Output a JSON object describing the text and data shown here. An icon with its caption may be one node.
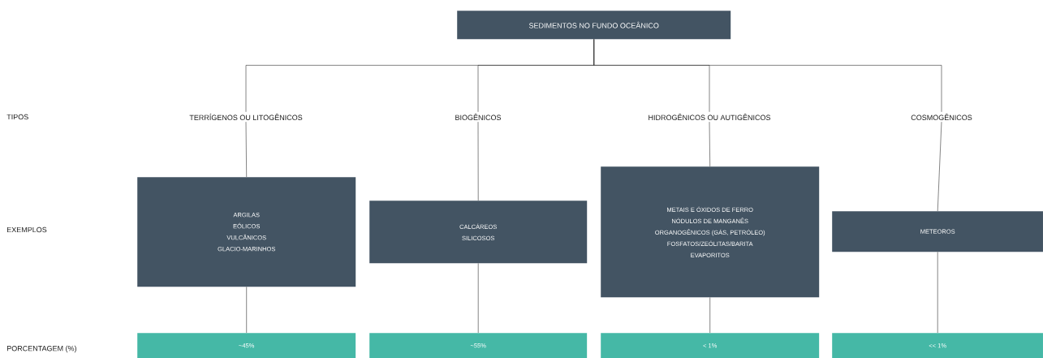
{
  "diagram": {
    "nodes": [
      {
        "text": [
          "SEDIMENTOS NO FUNDO OCEÂNICO"
        ]
      },
      {
        "text": [
          "TERRÍGENOS OU LITOGÊNICOS"
        ]
      },
      {
        "text": [
          "BIOGÊNICOS"
        ]
      },
      {
        "text": [
          "HIDROGÊNICOS OU AUTIGÊNICOS"
        ]
      },
      {
        "text": [
          "COSMOGÊNICOS"
        ]
      },
      {
        "text": [
          "ARGILAS",
          "EÓLICOS",
          "VULCÂNICOS",
          "GLACIO-MARINHOS"
        ]
      },
      {
        "text": [
          "CALCÁREOS",
          "SILICOSOS"
        ]
      },
      {
        "text": [
          "METAIS E ÓXIDOS DE FERRO",
          "NÓDULOS DE MANGANÊS",
          "ORGANOGÊNICOS (GÁS, PETRÓLEO)",
          "FOSFATOS/ZEÓLITAS/BARITA",
          "EVAPORITOS"
        ]
      },
      {
        "text": [
          "METEOROS"
        ]
      },
      {
        "text": [
          "~45%"
        ]
      },
      {
        "text": [
          "~55%"
        ]
      },
      {
        "text": [
          "< 1%"
        ]
      },
      {
        "text": [
          "<< 1%"
        ]
      }
    ],
    "edges": [
      {
        "from": 0,
        "to": 1,
        "arrow": "none"
      },
      {
        "from": 0,
        "to": 2,
        "arrow": "none"
      },
      {
        "from": 0,
        "to": 3,
        "arrow": "none"
      },
      {
        "from": 0,
        "to": 4,
        "arrow": "none"
      },
      {
        "from": 1,
        "to": 5,
        "arrow": "none"
      },
      {
        "from": 2,
        "to": 6,
        "arrow": "none"
      },
      {
        "from": 3,
        "to": 7,
        "arrow": "none"
      },
      {
        "from": 4,
        "to": 8,
        "arrow": "none"
      },
      {
        "from": 5,
        "to": 9,
        "arrow": "none"
      },
      {
        "from": 6,
        "to": 10,
        "arrow": "none"
      },
      {
        "from": 7,
        "to": 11,
        "arrow": "none"
      },
      {
        "from": 8,
        "to": 12,
        "arrow": "none"
      }
    ],
    "labels": [
      "TIPOS",
      "EXEMPLOS",
      "PORCENTAGEM (%)"
    ]
  }
}
